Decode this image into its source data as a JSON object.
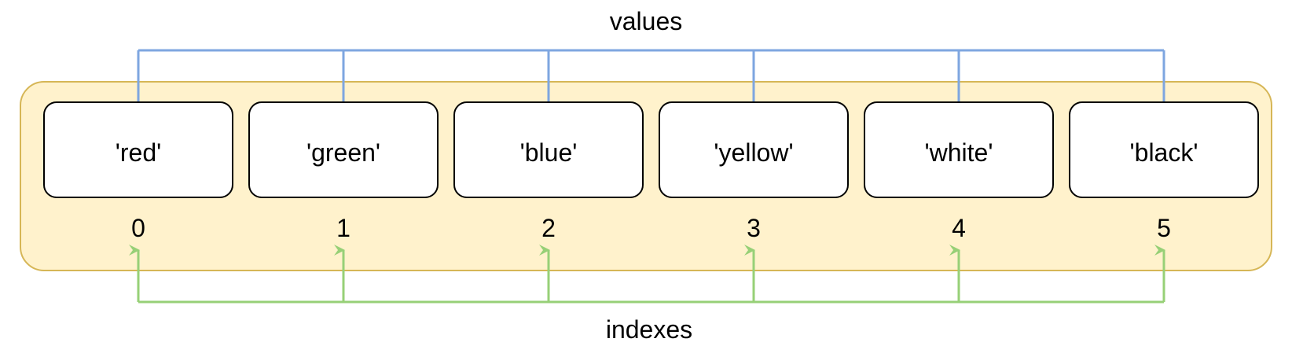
{
  "labels": {
    "values": "values",
    "indexes": "indexes"
  },
  "elements": [
    {
      "value": "'red'",
      "index": "0"
    },
    {
      "value": "'green'",
      "index": "1"
    },
    {
      "value": "'blue'",
      "index": "2"
    },
    {
      "value": "'yellow'",
      "index": "3"
    },
    {
      "value": "'white'",
      "index": "4"
    },
    {
      "value": "'black'",
      "index": "5"
    }
  ],
  "colors": {
    "container_fill": "#fff2cc",
    "container_stroke": "#d6b656",
    "values_arrow": "#7ea6e0",
    "indexes_arrow": "#97d077",
    "box_fill": "#ffffff",
    "box_stroke": "#000000"
  }
}
